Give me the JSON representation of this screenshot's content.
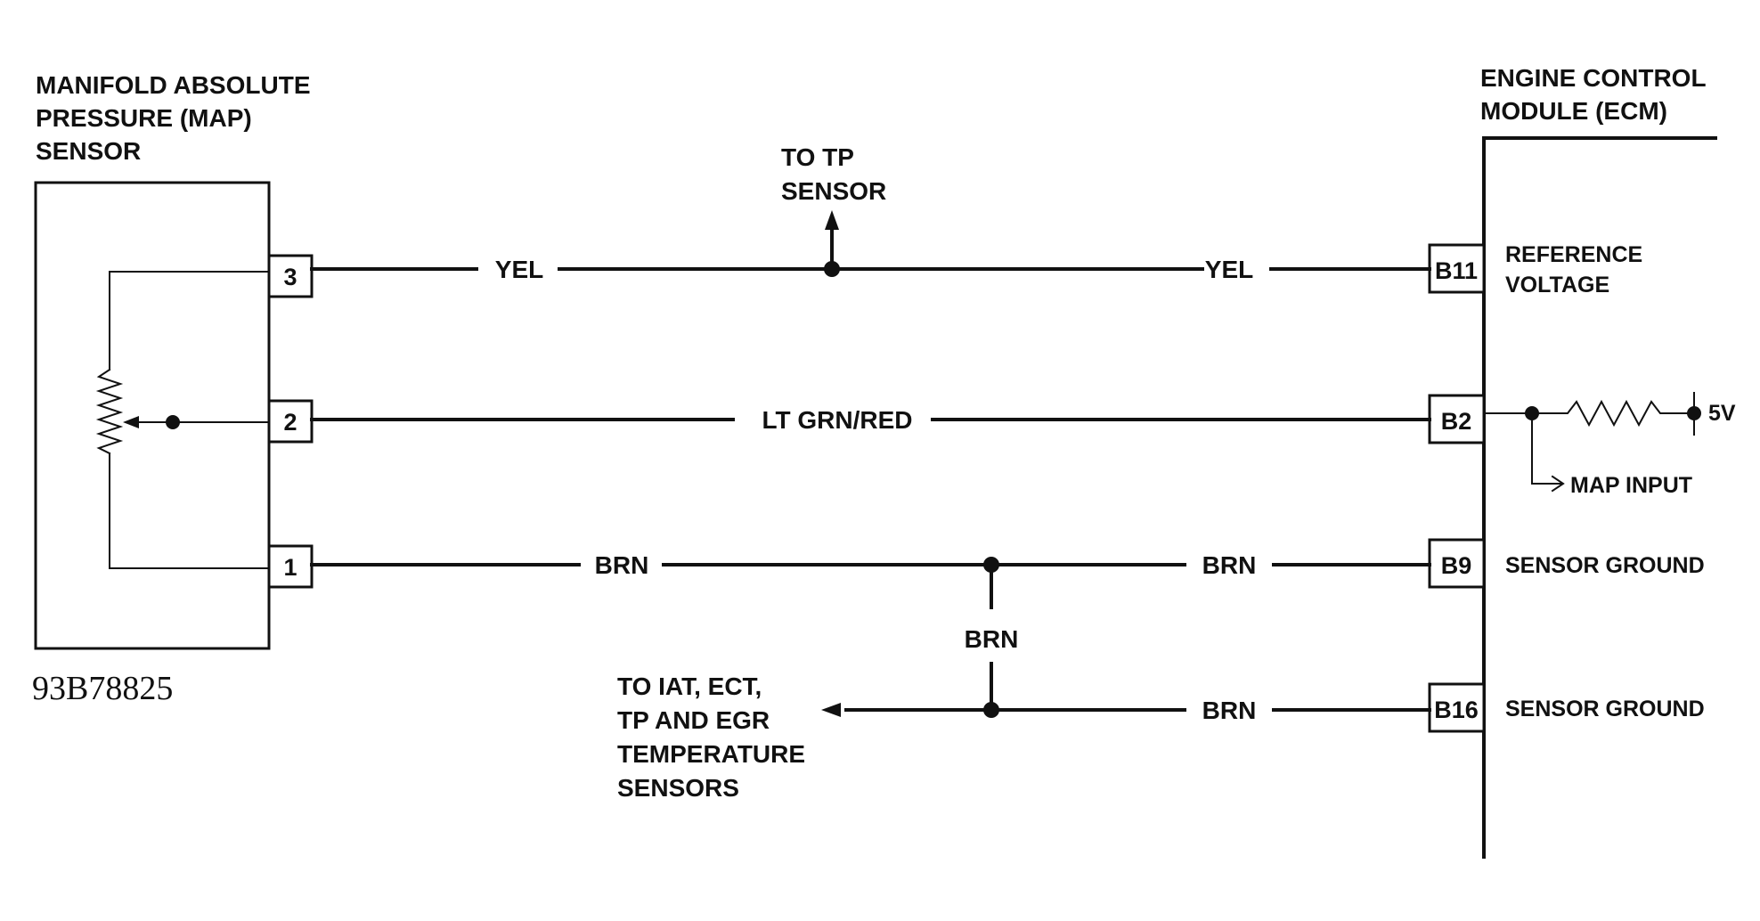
{
  "map_sensor": {
    "title_lines": [
      "MANIFOLD ABSOLUTE",
      "PRESSURE (MAP)",
      "SENSOR"
    ],
    "pins": {
      "p3": "3",
      "p2": "2",
      "p1": "1"
    }
  },
  "ecm": {
    "title_lines": [
      "ENGINE CONTROL",
      "MODULE (ECM)"
    ],
    "pins": {
      "b11": "B11",
      "b2": "B2",
      "b9": "B9",
      "b16": "B16"
    },
    "terminal_labels": {
      "b11": [
        "REFERENCE",
        "VOLTAGE"
      ],
      "b9": "SENSOR GROUND",
      "b16": "SENSOR GROUND"
    },
    "internal": {
      "map_input": "MAP INPUT",
      "supply": "5V"
    }
  },
  "wires": {
    "yel_left": "YEL",
    "yel_right": "YEL",
    "ltgrn_red": "LT GRN/RED",
    "brn_left": "BRN",
    "brn_right": "BRN",
    "brn_vertical": "BRN",
    "brn_lower": "BRN"
  },
  "notes": {
    "to_tp_sensor": [
      "TO TP",
      "SENSOR"
    ],
    "to_other_sensors": [
      "TO IAT, ECT,",
      "TP AND EGR",
      "TEMPERATURE",
      "SENSORS"
    ]
  },
  "figure_number": "93B78825",
  "colors": {
    "ink": "#111111",
    "background": "#ffffff"
  }
}
